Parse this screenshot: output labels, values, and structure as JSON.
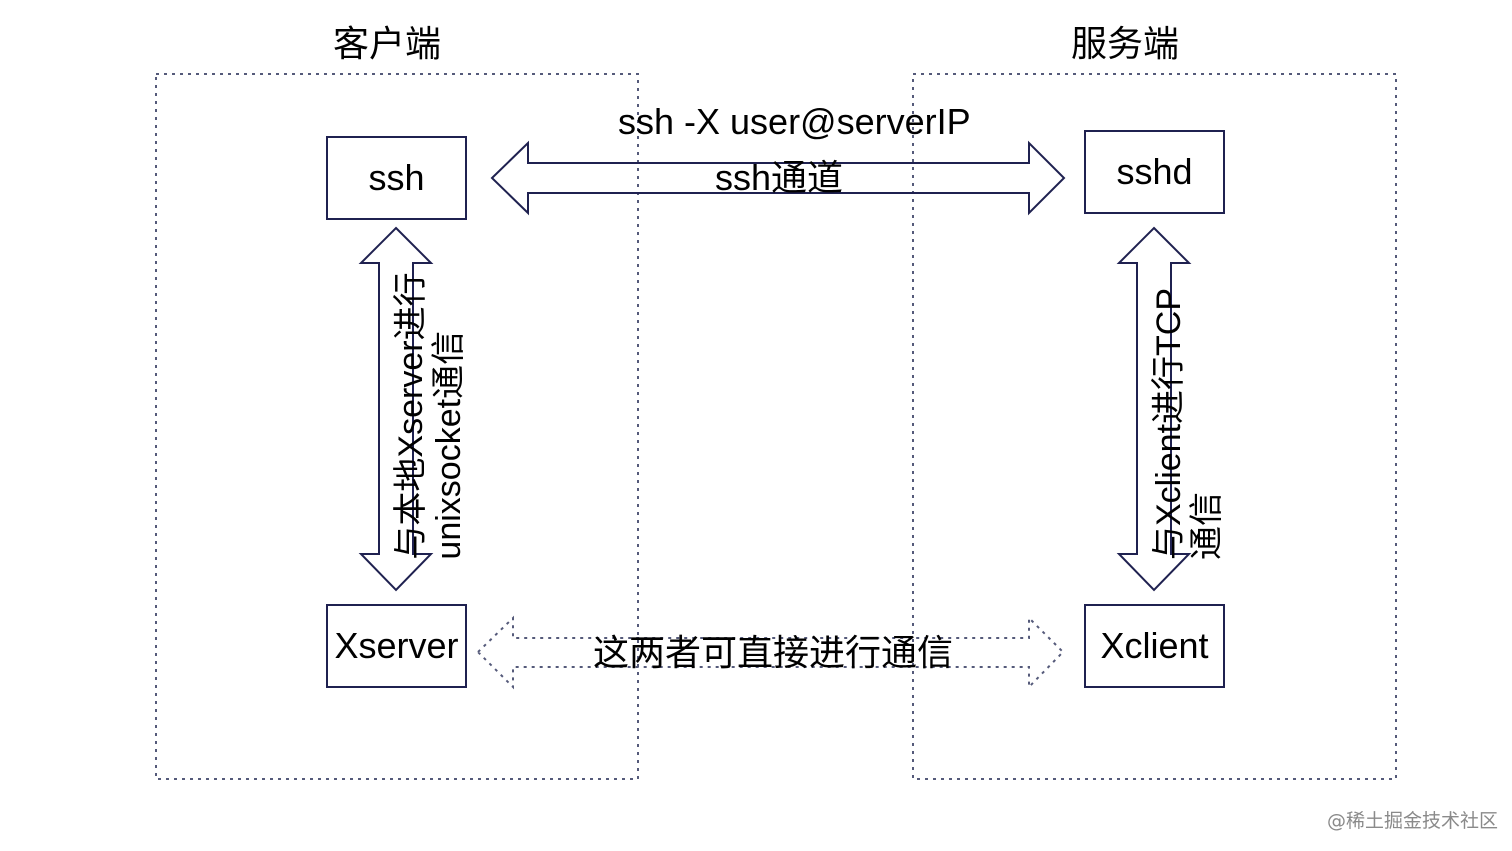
{
  "regions": {
    "client_title": "客户端",
    "server_title": "服务端"
  },
  "nodes": {
    "ssh": "ssh",
    "sshd": "sshd",
    "xserver": "Xserver",
    "xclient": "Xclient"
  },
  "edges": {
    "ssh_command": "ssh -X user@serverIP",
    "ssh_tunnel": "ssh通道",
    "client_link_line1": "与本地Xserver进行",
    "client_link_line2": "unixsocket通信",
    "server_link_line1": "与Xclient进行TCP",
    "server_link_line2": "通信",
    "direct_link": "这两者可直接进行通信"
  },
  "watermark": "@稀土掘金技术社区",
  "colors": {
    "stroke": "#1f2150",
    "dotted": "#555a7a",
    "text": "#000000"
  }
}
